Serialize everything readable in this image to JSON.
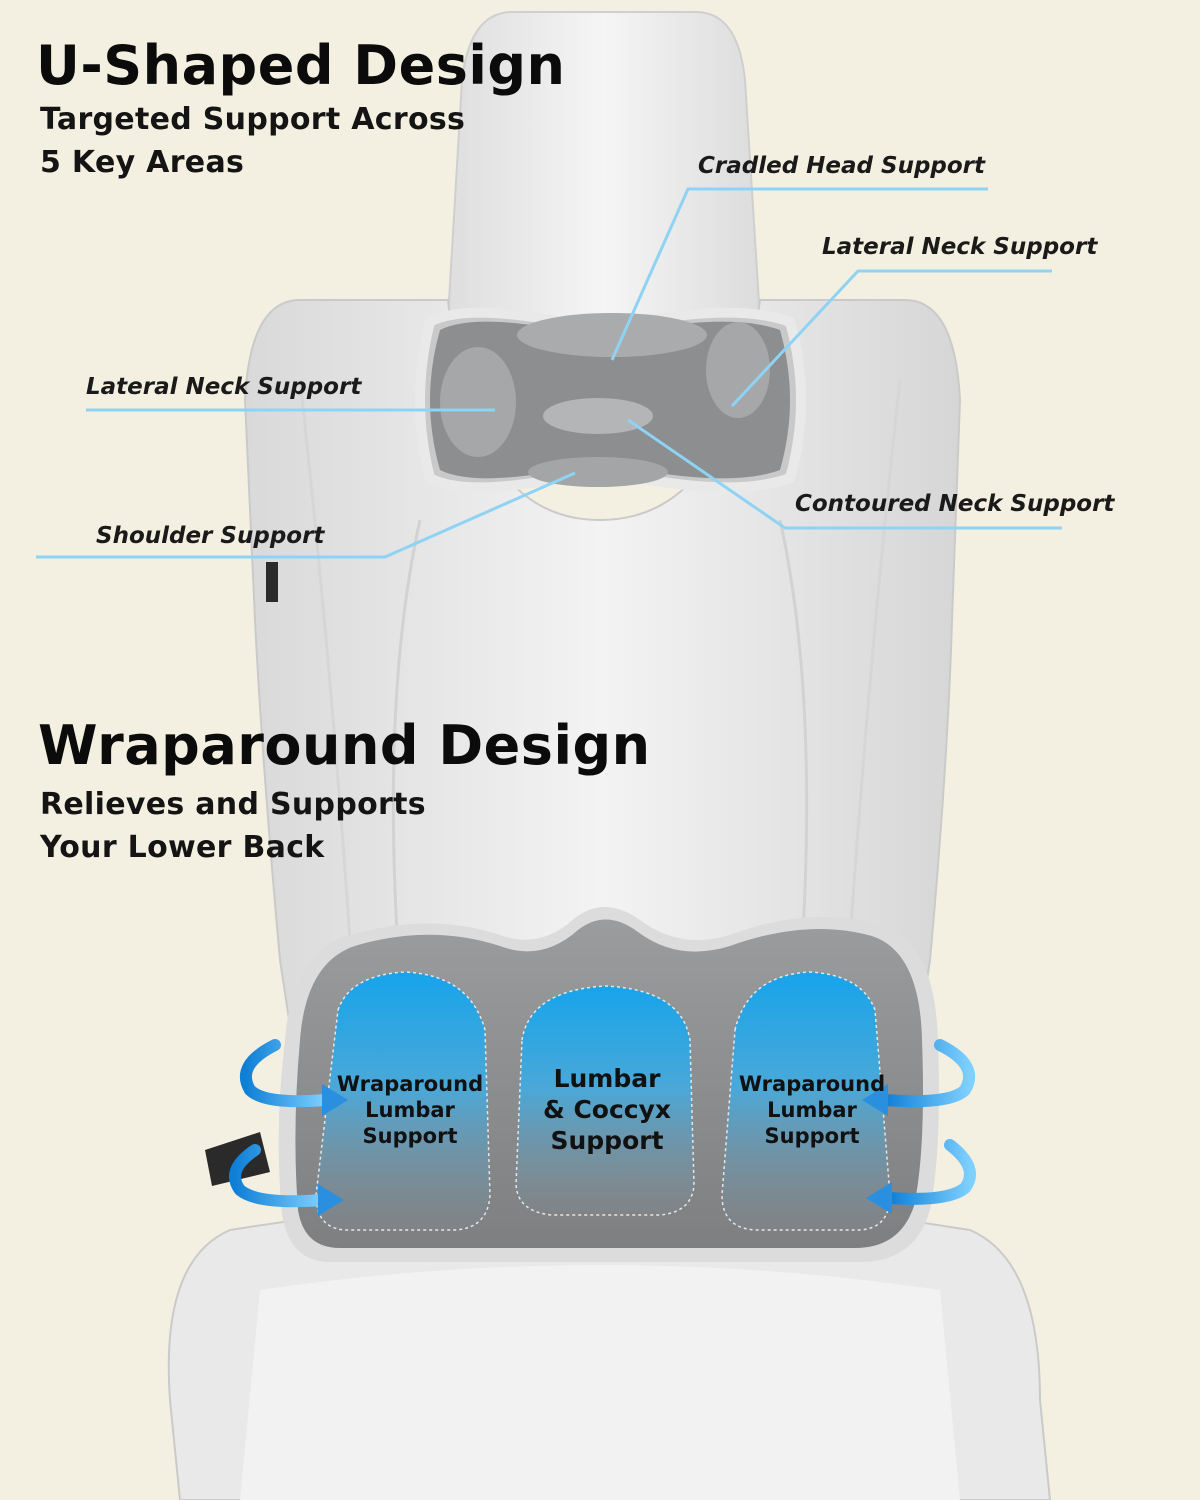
{
  "colors": {
    "background": "#f4f0e1",
    "seat": "#eeeeee",
    "cushion_grey": "#8f9193",
    "callout_line": "#8fd3f4",
    "zone_blue": "#1aa0e2",
    "arrow_blue": "#1597e5"
  },
  "headings": {
    "u_shaped": {
      "title": "U-Shaped Design",
      "subtitle_line1": "Targeted Support Across",
      "subtitle_line2": "5 Key Areas"
    },
    "wraparound": {
      "title": "Wraparound Design",
      "subtitle_line1": "Relieves and Supports",
      "subtitle_line2": "Your Lower Back"
    }
  },
  "neck_pillow": {
    "callouts": {
      "cradled_head": "Cradled Head Support",
      "lateral_neck_right": "Lateral Neck Support",
      "lateral_neck_left": "Lateral Neck Support",
      "contoured_neck": "Contoured Neck Support",
      "shoulder": "Shoulder Support"
    }
  },
  "lumbar_pillow": {
    "zones": {
      "left": {
        "line1": "Wraparound",
        "line2": "Lumbar",
        "line3": "Support"
      },
      "center": {
        "line1": "Lumbar",
        "line2": "& Coccyx",
        "line3": "Support"
      },
      "right": {
        "line1": "Wraparound",
        "line2": "Lumbar",
        "line3": "Support"
      }
    },
    "arrow_icon": "curved-wrap-arrow-icon"
  }
}
